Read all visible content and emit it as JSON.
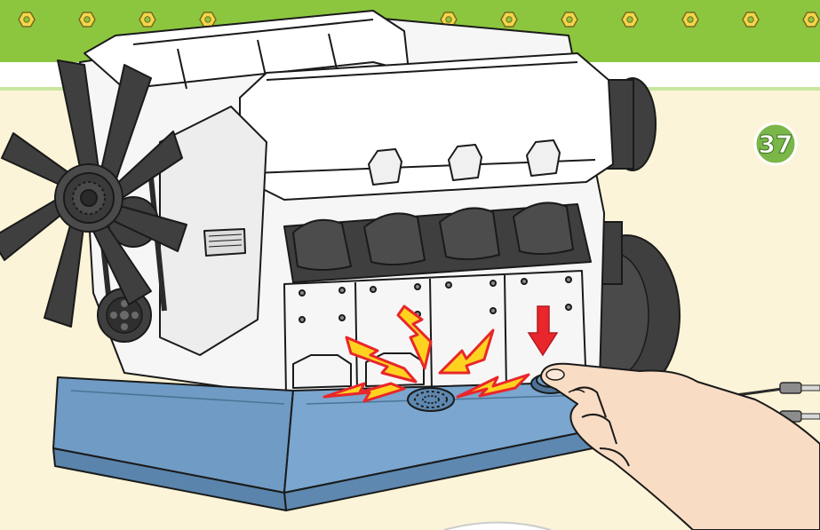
{
  "page": {
    "step_number": "37",
    "colors": {
      "paper": "#fcf4d8",
      "header_band": "#8cc63f",
      "header_trim": "#ffffff",
      "step_badge": "#7ab648",
      "engine_base": "#6f9bc4",
      "engine_block": "#f6f6f6",
      "engine_dark_parts": "#3f3f3f",
      "press_arrow": "#e8262b",
      "sound_bolts_fill": "#ffd21f",
      "sound_bolts_outline": "#e8262b",
      "skin": "#f9dcc4"
    }
  },
  "illustration": {
    "subject": "model-v8-engine-with-sound-button",
    "parts": [
      "cooling-fan",
      "valve-covers",
      "intake-runners",
      "flywheel",
      "display-base",
      "speaker-grille",
      "sound-button",
      "hand",
      "power-wires"
    ]
  }
}
